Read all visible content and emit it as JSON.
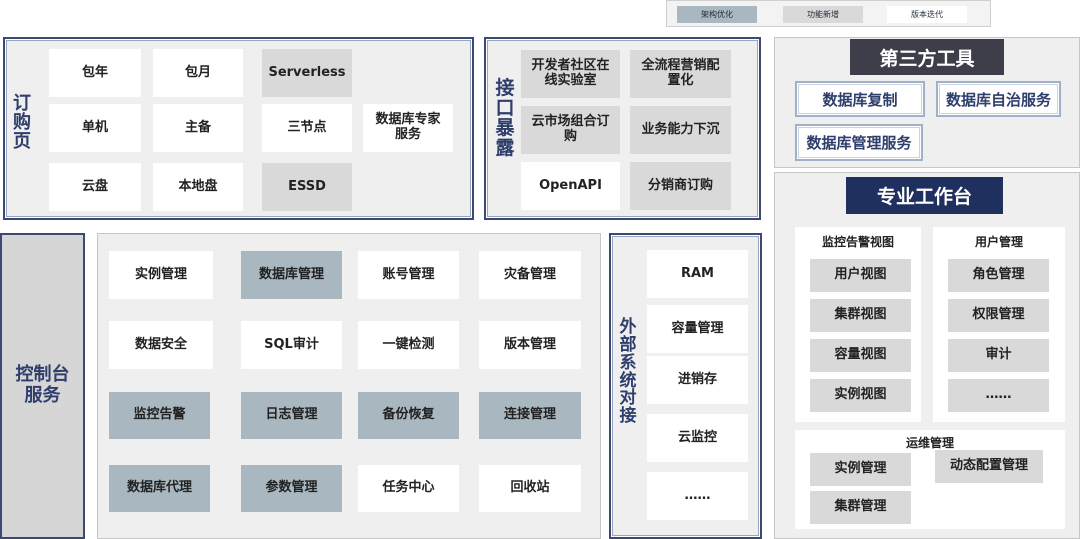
{
  "legend": {
    "items": [
      "架构优化",
      "功能新增",
      "版本迭代"
    ],
    "colors": {
      "架构优化": "#a8b7c0",
      "功能新增": "#d9d9d9",
      "版本迭代": "#ffffff"
    }
  },
  "order_page": {
    "title": "订购页",
    "cells": [
      "包年",
      "包月",
      "Serverless",
      "单机",
      "主备",
      "三节点",
      "数据库专家服务",
      "云盘",
      "本地盘",
      "ESSD"
    ]
  },
  "api_exposure": {
    "title": "接口暴露",
    "cells": [
      "开发者社区在线实验室",
      "全流程营销配置化",
      "云市场组合订购",
      "业务能力下沉",
      "OpenAPI",
      "分销商订购"
    ]
  },
  "third_party": {
    "title": "第三方工具",
    "items": [
      "数据库复制",
      "数据库自治服务",
      "数据库管理服务"
    ]
  },
  "console": {
    "title": "控制台服务",
    "cells": [
      "实例管理",
      "数据库管理",
      "账号管理",
      "灾备管理",
      "数据安全",
      "SQL审计",
      "一键检测",
      "版本管理",
      "监控告警",
      "日志管理",
      "备份恢复",
      "连接管理",
      "数据库代理",
      "参数管理",
      "任务中心",
      "回收站"
    ]
  },
  "external": {
    "title": "外部系统对接",
    "cells": [
      "RAM",
      "容量管理",
      "进销存",
      "云监控",
      "……"
    ]
  },
  "workbench": {
    "title": "专业工作台",
    "monitor": {
      "title": "监控告警视图",
      "items": [
        "用户视图",
        "集群视图",
        "容量视图",
        "实例视图"
      ]
    },
    "users": {
      "title": "用户管理",
      "items": [
        "角色管理",
        "权限管理",
        "审计",
        "……"
      ]
    },
    "ops": {
      "title": "运维管理",
      "items": [
        "实例管理",
        "动态配置管理",
        "集群管理"
      ]
    }
  }
}
